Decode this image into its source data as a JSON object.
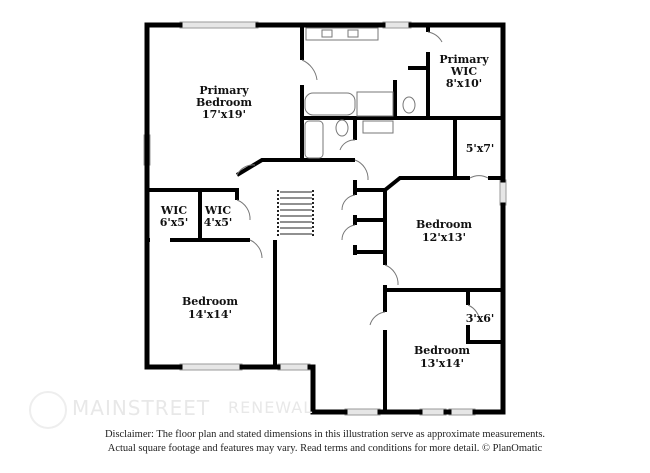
{
  "rooms": {
    "primary_bedroom": {
      "name": "Primary\nBedroom",
      "line1": "Primary",
      "line2": "Bedroom",
      "size": "17'x19'"
    },
    "primary_wic": {
      "line1": "Primary",
      "line2": "WIC",
      "size": "8'x10'"
    },
    "closet_5x7": {
      "size": "5'x7'"
    },
    "wic_a": {
      "name": "WIC",
      "size": "6'x5'"
    },
    "wic_b": {
      "name": "WIC",
      "size": "4'x5'"
    },
    "bedroom_12x13": {
      "name": "Bedroom",
      "size": "12'x13'"
    },
    "bedroom_14x14": {
      "name": "Bedroom",
      "size": "14'x14'"
    },
    "bedroom_13x14": {
      "name": "Bedroom",
      "size": "13'x14'"
    },
    "closet_3x6": {
      "size": "3'x6'"
    }
  },
  "disclaimer": {
    "line1": "Disclaimer: The floor plan and stated dimensions in this illustration serve as approximate measurements.",
    "line2": "Actual square footage and features may vary. Read terms and conditions for more detail. © PlanOmatic"
  },
  "watermark": {
    "line1": "MAINSTREET",
    "line2": "RENEWAL"
  }
}
